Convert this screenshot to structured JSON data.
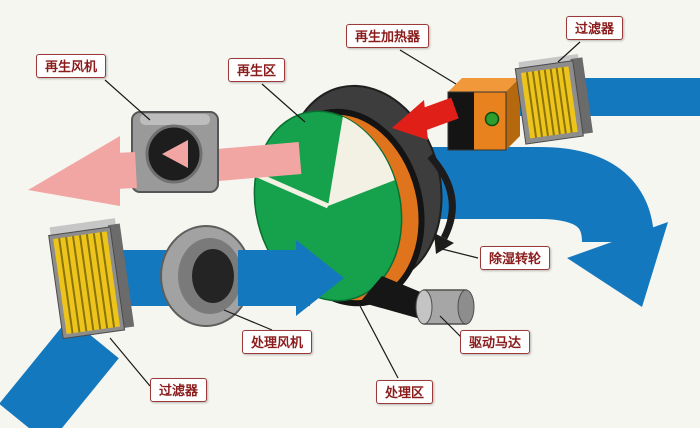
{
  "labels": {
    "regen_fan": "再生风机",
    "regen_zone": "再生区",
    "regen_heater": "再生加热器",
    "filter_top": "过滤器",
    "dehumidifier_wheel": "除湿转轮",
    "drive_motor": "驱动马达",
    "process_zone": "处理区",
    "process_fan": "处理风机",
    "filter_bottom": "过滤器"
  },
  "colors": {
    "process_air": "#1478be",
    "hot_regen_air": "#e02018",
    "regen_exhaust_air": "#f2a6a4",
    "wheel_face": "#16a24c",
    "wheel_media": "#df741c",
    "filter_media": "#edc41c",
    "background": "#f6f6f1"
  }
}
